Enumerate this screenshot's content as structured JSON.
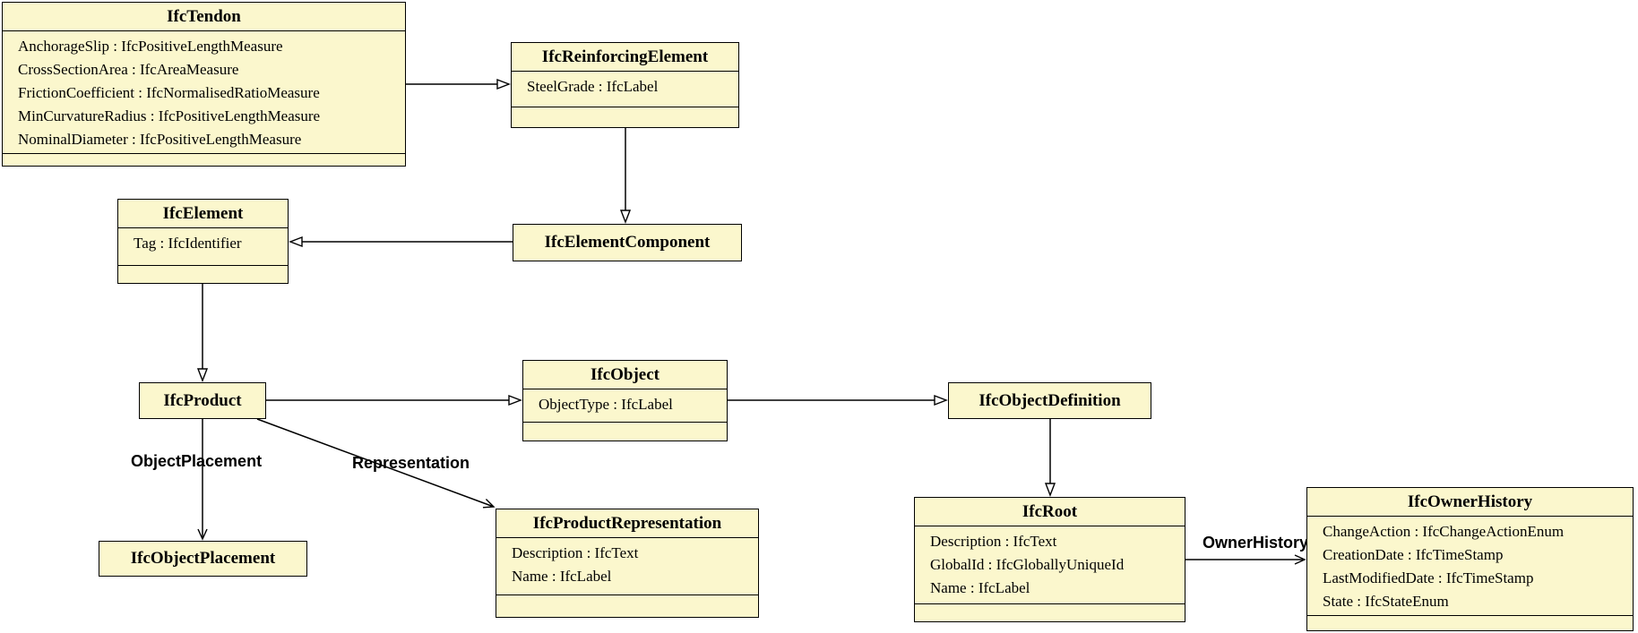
{
  "diagram": {
    "title": "IFC UML class diagram",
    "background_color": "#ffffff",
    "box_fill_color": "#FBF7CD",
    "box_border_color": "#000000"
  },
  "classes": [
    {
      "name": "IfcTendon",
      "attributes": [
        "AnchorageSlip : IfcPositiveLengthMeasure",
        "CrossSectionArea : IfcAreaMeasure",
        "FrictionCoefficient : IfcNormalisedRatioMeasure",
        "MinCurvatureRadius : IfcPositiveLengthMeasure",
        "NominalDiameter : IfcPositiveLengthMeasure"
      ]
    },
    {
      "name": "IfcReinforcingElement",
      "attributes": [
        "SteelGrade : IfcLabel"
      ]
    },
    {
      "name": "IfcElement",
      "attributes": [
        "Tag : IfcIdentifier"
      ]
    },
    {
      "name": "IfcElementComponent",
      "attributes": []
    },
    {
      "name": "IfcProduct",
      "attributes": []
    },
    {
      "name": "IfcObject",
      "attributes": [
        "ObjectType : IfcLabel"
      ]
    },
    {
      "name": "IfcObjectDefinition",
      "attributes": []
    },
    {
      "name": "IfcObjectPlacement",
      "attributes": []
    },
    {
      "name": "IfcProductRepresentation",
      "attributes": [
        "Description : IfcText",
        "Name : IfcLabel"
      ]
    },
    {
      "name": "IfcRoot",
      "attributes": [
        "Description : IfcText",
        "GlobalId : IfcGloballyUniqueId",
        "Name : IfcLabel"
      ]
    },
    {
      "name": "IfcOwnerHistory",
      "attributes": [
        "ChangeAction : IfcChangeActionEnum",
        "CreationDate : IfcTimeStamp",
        "LastModifiedDate : IfcTimeStamp",
        "State : IfcStateEnum"
      ]
    }
  ],
  "edge_labels": {
    "object_placement": "ObjectPlacement",
    "representation": "Representation",
    "owner_history": "OwnerHistory"
  },
  "relationships": [
    {
      "from": "IfcTendon",
      "to": "IfcReinforcingElement",
      "type": "generalization"
    },
    {
      "from": "IfcReinforcingElement",
      "to": "IfcElementComponent",
      "type": "generalization"
    },
    {
      "from": "IfcElementComponent",
      "to": "IfcElement",
      "type": "generalization"
    },
    {
      "from": "IfcElement",
      "to": "IfcProduct",
      "type": "generalization"
    },
    {
      "from": "IfcProduct",
      "to": "IfcObject",
      "type": "generalization"
    },
    {
      "from": "IfcObject",
      "to": "IfcObjectDefinition",
      "type": "generalization"
    },
    {
      "from": "IfcObjectDefinition",
      "to": "IfcRoot",
      "type": "generalization"
    },
    {
      "from": "IfcProduct",
      "to": "IfcObjectPlacement",
      "type": "association",
      "label": "ObjectPlacement"
    },
    {
      "from": "IfcProduct",
      "to": "IfcProductRepresentation",
      "type": "association",
      "label": "Representation"
    },
    {
      "from": "IfcRoot",
      "to": "IfcOwnerHistory",
      "type": "association",
      "label": "OwnerHistory"
    }
  ]
}
